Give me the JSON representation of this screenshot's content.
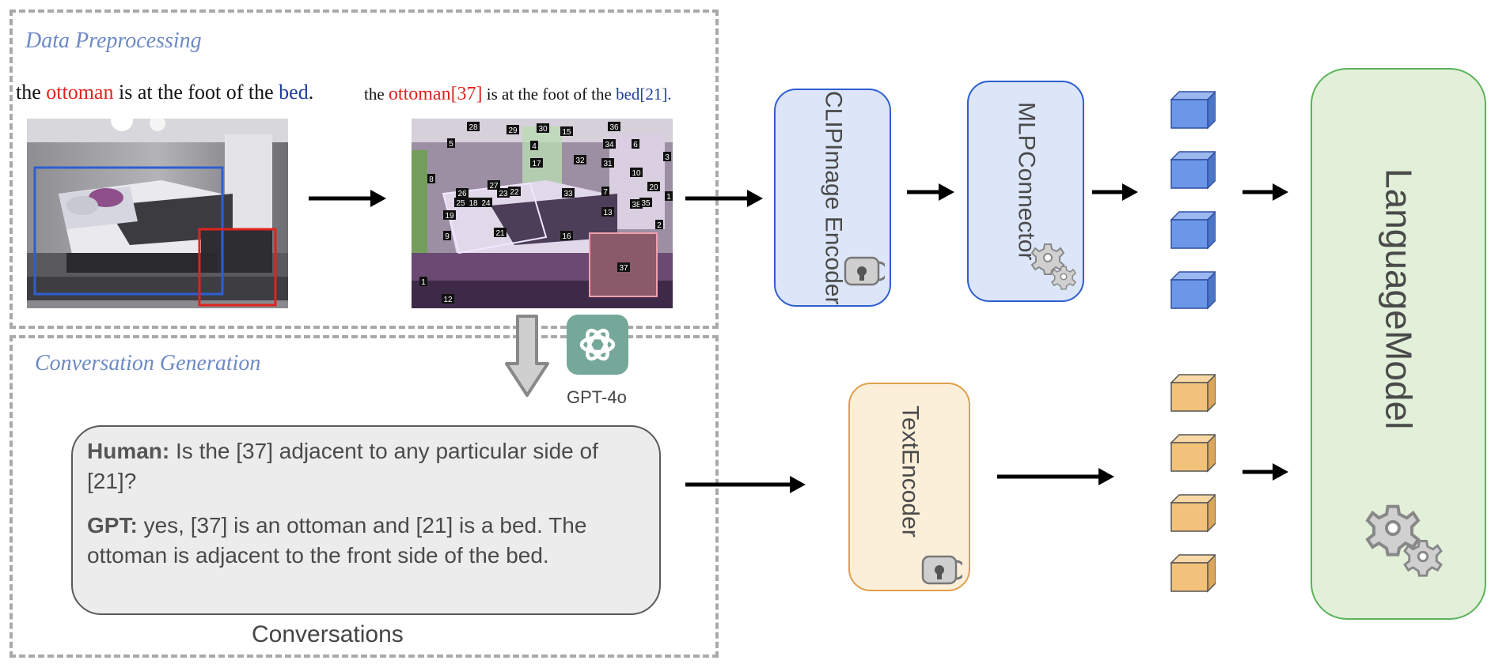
{
  "sections": {
    "preprocessing_title": "Data Preprocessing",
    "conversation_title": "Conversation Generation"
  },
  "captions": {
    "raw": {
      "the": "the",
      "ottoman": "ottoman",
      "middle": "is at the foot of the",
      "bed": "bed",
      "end": "."
    },
    "marked": {
      "the": "the",
      "ottoman": "ottoman[37]",
      "middle": "is at the foot of the",
      "bed": "bed[21]",
      "end": "."
    }
  },
  "marks": [
    {
      "n": "28"
    },
    {
      "n": "29"
    },
    {
      "n": "30"
    },
    {
      "n": "15"
    },
    {
      "n": "36"
    },
    {
      "n": "5"
    },
    {
      "n": "4"
    },
    {
      "n": "34"
    },
    {
      "n": "6"
    },
    {
      "n": "3"
    },
    {
      "n": "17"
    },
    {
      "n": "32"
    },
    {
      "n": "31"
    },
    {
      "n": "10"
    },
    {
      "n": "8"
    },
    {
      "n": "27"
    },
    {
      "n": "23"
    },
    {
      "n": "22"
    },
    {
      "n": "33"
    },
    {
      "n": "7"
    },
    {
      "n": "20"
    },
    {
      "n": "1"
    },
    {
      "n": "26"
    },
    {
      "n": "25"
    },
    {
      "n": "18"
    },
    {
      "n": "24"
    },
    {
      "n": "38"
    },
    {
      "n": "35"
    },
    {
      "n": "19"
    },
    {
      "n": "13"
    },
    {
      "n": "9"
    },
    {
      "n": "21"
    },
    {
      "n": "16"
    },
    {
      "n": "2"
    },
    {
      "n": "37"
    },
    {
      "n": "1"
    },
    {
      "n": "12"
    }
  ],
  "gpt": {
    "label": "GPT-4o"
  },
  "conversation": {
    "human_label": "Human:",
    "human_text": "Is the [37] adjacent to any particular side of [21]?",
    "gpt_label": "GPT:",
    "gpt_text": "yes, [37] is an ottoman and [21] is a bed. The ottoman is adjacent to the front side of the bed.",
    "caption": "Conversations"
  },
  "modules": {
    "clip": [
      "CLIP",
      "Image Encoder"
    ],
    "mlp": [
      "MLP",
      "Connector"
    ],
    "text": [
      "Text",
      "Encoder"
    ],
    "lm": [
      "Language",
      "Model"
    ]
  },
  "colors": {
    "clip_fill": "#dce6f8",
    "clip_border": "#2f5fd0",
    "text_fill": "#fcefd9",
    "text_border": "#e0a04a",
    "lm_fill": "#e2efd9",
    "lm_border": "#5bb35b",
    "cube_blue": "#6c96e8",
    "cube_orange": "#f2c27a",
    "section_title": "#6c8ac6"
  },
  "icons": [
    "lock-icon",
    "gear-icon",
    "openai-logo-icon",
    "arrow-right-icon",
    "down-arrow-icon"
  ]
}
